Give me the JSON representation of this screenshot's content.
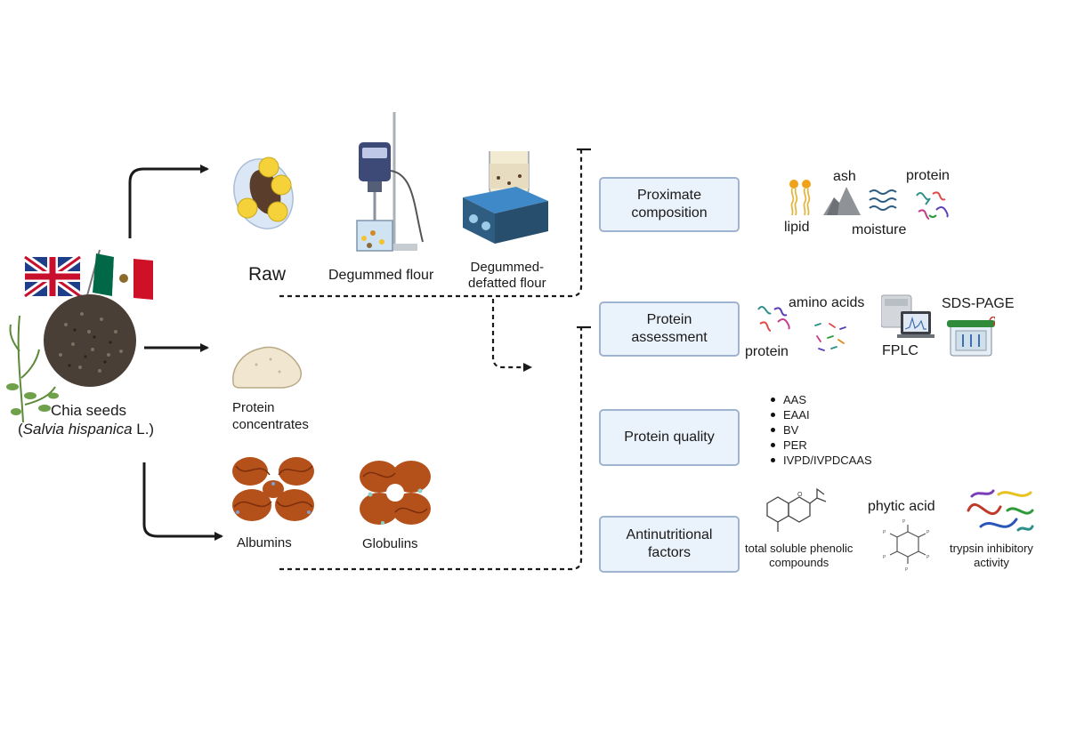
{
  "left": {
    "seed_label_line1": "Chia seeds",
    "seed_label_paren_open": "(",
    "seed_label_species": "Salvia hispanica",
    "seed_label_suffix": " L.)"
  },
  "materials": {
    "raw": "Raw",
    "degummed_flour": "Degummed flour",
    "degummed_defatted_line1": "Degummed-",
    "degummed_defatted_line2": "defatted flour",
    "protein_concentrates_line1": "Protein",
    "protein_concentrates_line2": "concentrates",
    "albumins": "Albumins",
    "globulins": "Globulins"
  },
  "analyses": {
    "proximate": {
      "box": "Proximate\ncomposition",
      "lipid": "lipid",
      "ash": "ash",
      "moisture": "moisture",
      "protein": "protein"
    },
    "protein_assessment": {
      "box": "Protein\nassessment",
      "protein": "protein",
      "amino_acids": "amino acids",
      "fplc": "FPLC",
      "sds_page": "SDS-PAGE"
    },
    "protein_quality": {
      "box": "Protein quality",
      "items": [
        "AAS",
        "EAAI",
        "BV",
        "PER",
        "IVPD/IVPDCAAS"
      ]
    },
    "antinutritional": {
      "box": "Antinutritional\nfactors",
      "phenolic_line1": "total soluble phenolic",
      "phenolic_line2": "compounds",
      "phytic_acid": "phytic acid",
      "trypsin_line1": "trypsin inhibitory",
      "trypsin_line2": "activity"
    }
  },
  "colors": {
    "box_fill": "#eaf2fb",
    "box_border": "#9fb4d3",
    "arrow": "#1a1a1a",
    "protein_brown": "#b4501a"
  }
}
